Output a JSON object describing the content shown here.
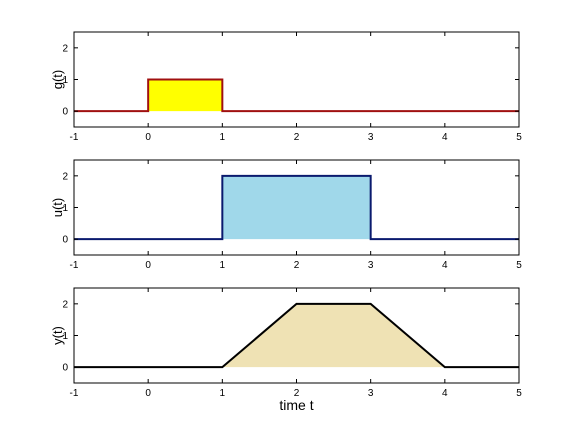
{
  "chart_data": [
    {
      "type": "area",
      "ylabel": "g(t)",
      "xlabel": "",
      "xlim": [
        -1,
        5
      ],
      "ylim": [
        -0.5,
        2.5
      ],
      "xticks": [
        -1,
        0,
        1,
        2,
        3,
        4,
        5
      ],
      "yticks": [
        0,
        1,
        2
      ],
      "grid": false,
      "series": [
        {
          "x": [
            -1,
            0,
            0,
            1,
            1,
            5
          ],
          "y": [
            0,
            0,
            1,
            1,
            0,
            0
          ],
          "fill_color": "#ffff00",
          "line_color": "#a01010",
          "fill_between": [
            0,
            1
          ]
        }
      ]
    },
    {
      "type": "area",
      "ylabel": "u(t)",
      "xlabel": "",
      "xlim": [
        -1,
        5
      ],
      "ylim": [
        -0.5,
        2.5
      ],
      "xticks": [
        -1,
        0,
        1,
        2,
        3,
        4,
        5
      ],
      "yticks": [
        0,
        1,
        2
      ],
      "grid": false,
      "series": [
        {
          "x": [
            -1,
            1,
            1,
            3,
            3,
            5
          ],
          "y": [
            0,
            0,
            2,
            2,
            0,
            0
          ],
          "fill_color": "#a0d8ea",
          "line_color": "#0a1a6e",
          "fill_between": [
            1,
            3
          ]
        }
      ]
    },
    {
      "type": "area",
      "ylabel": "y(t)",
      "xlabel": "time  t",
      "xlim": [
        -1,
        5
      ],
      "ylim": [
        -0.5,
        2.5
      ],
      "xticks": [
        -1,
        0,
        1,
        2,
        3,
        4,
        5
      ],
      "yticks": [
        0,
        1,
        2
      ],
      "grid": false,
      "series": [
        {
          "x": [
            -1,
            1,
            2,
            3,
            4,
            5
          ],
          "y": [
            0,
            0,
            2,
            2,
            0,
            0
          ],
          "fill_color": "#efe2b4",
          "line_color": "#000000",
          "fill_between": [
            1,
            4
          ]
        }
      ]
    }
  ]
}
